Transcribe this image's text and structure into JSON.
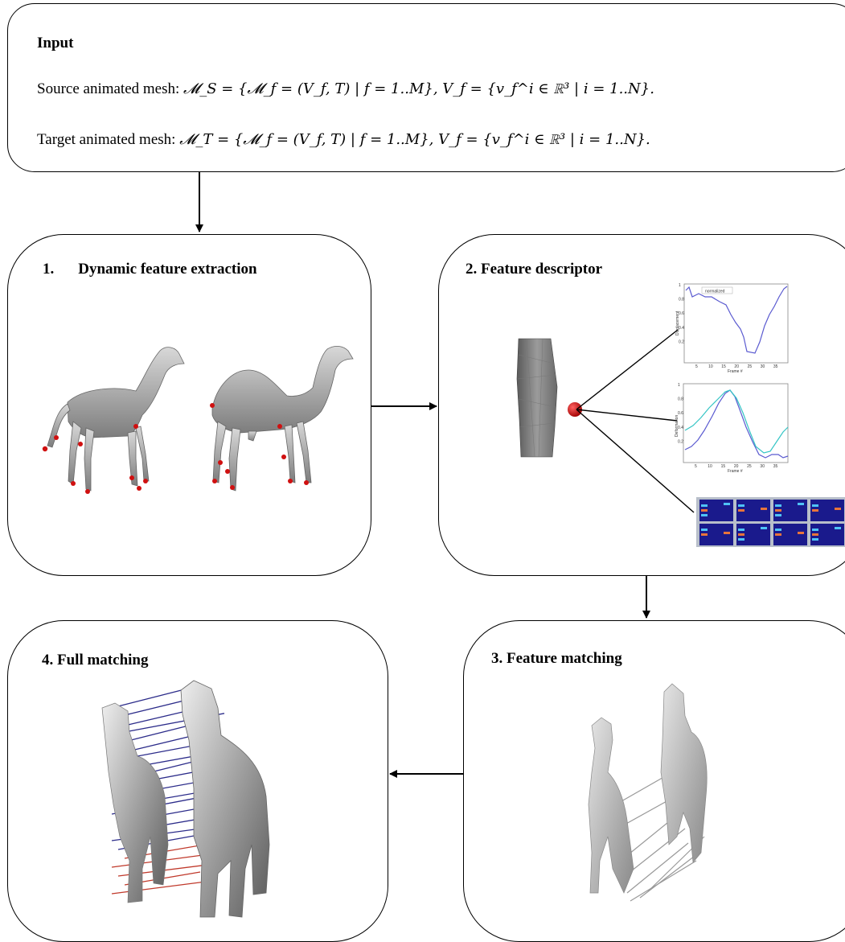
{
  "input": {
    "title": "Input",
    "source_prefix": "Source animated mesh: ",
    "target_prefix": "Target animated mesh: ",
    "source_formula": "𝓜_S = {𝓜_f = (V_f, T) | f = 1..M}, V_f = {v_f^i ∈ ℝ³ | i = 1..N}.",
    "target_formula": "𝓜_T = {𝓜_f = (V_f, T) | f = 1..M}, V_f = {v_f^i ∈ ℝ³ | i = 1..N}."
  },
  "steps": {
    "s1_number": "1.",
    "s1_title": "Dynamic feature extraction",
    "s2_title": "2. Feature descriptor",
    "s3_title": "3. Feature  matching",
    "s4_title": "4. Full matching"
  },
  "plot_labels": {
    "p1_legend": "normalized",
    "p1_ylabel": "Displacement",
    "p1_xlabel": "Frame #",
    "p2_ylabel": "Deformation",
    "p2_xlabel": "Frame #"
  },
  "plot_ticks": {
    "x": [
      "5",
      "10",
      "15",
      "20",
      "25",
      "30",
      "35"
    ],
    "p2_x": [
      "5",
      "10",
      "15",
      "20",
      "25",
      "30",
      "35"
    ],
    "p1_y": [
      "1",
      "0.8",
      "0.6",
      "0.4",
      "0.2"
    ],
    "p2_y": [
      "1",
      "0.8",
      "0.6",
      "0.4",
      "0.2"
    ]
  },
  "colors": {
    "plot_line_1": "#5a5ad0",
    "plot_line_2": "#35c5c5",
    "heat_bg": "#1a1a8c",
    "match_blue": "#2c2c8a",
    "match_red": "#c0392b",
    "feature_dot": "#d01010"
  }
}
